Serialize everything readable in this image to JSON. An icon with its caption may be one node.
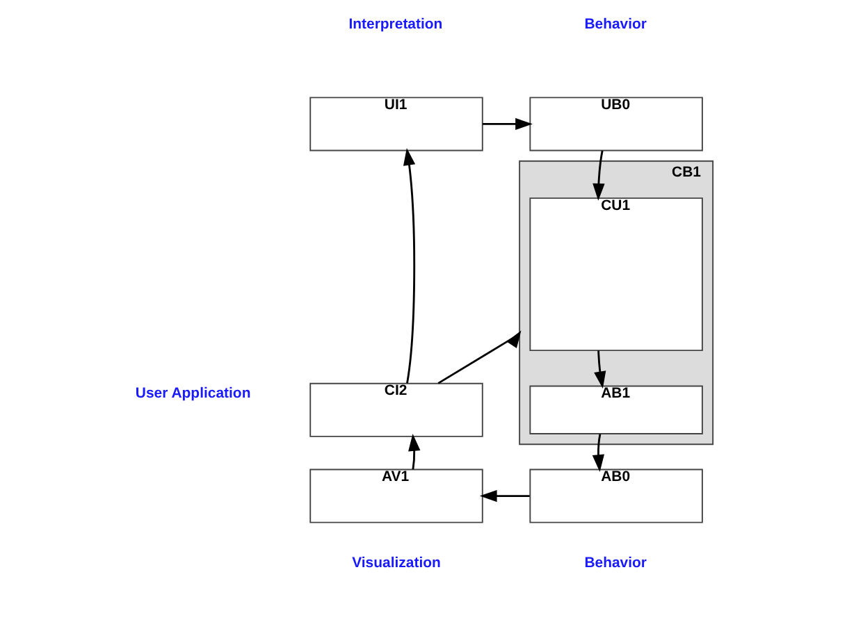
{
  "diagram": {
    "nodes": [
      {
        "text": [
          "UB0"
        ]
      },
      {
        "text": [
          "CB1"
        ]
      },
      {
        "text": [
          "CU1"
        ],
        "in": 1
      },
      {
        "text": [
          "AB1"
        ],
        "in": 1
      },
      {
        "text": [
          "UI1"
        ]
      },
      {
        "text": [
          "CI2"
        ]
      },
      {
        "text": [
          "AV1"
        ]
      },
      {
        "text": [
          "AB0"
        ]
      }
    ],
    "edges": [
      {
        "from": 4,
        "to": 0,
        "arrow": "to"
      },
      {
        "from": 0,
        "to": 2,
        "arrow": "to"
      },
      {
        "from": 5,
        "to": 1,
        "arrow": "to"
      },
      {
        "from": 2,
        "to": 3,
        "arrow": "to"
      },
      {
        "from": 3,
        "to": 7,
        "arrow": "to"
      },
      {
        "from": 7,
        "to": 6,
        "arrow": "to"
      },
      {
        "from": 6,
        "to": 5,
        "arrow": "to"
      },
      {
        "from": 5,
        "to": 4,
        "arrow": "to"
      }
    ],
    "labels": [
      "Interpretation",
      "Behavior",
      "User Application",
      "Visualization",
      "Behavior"
    ]
  }
}
